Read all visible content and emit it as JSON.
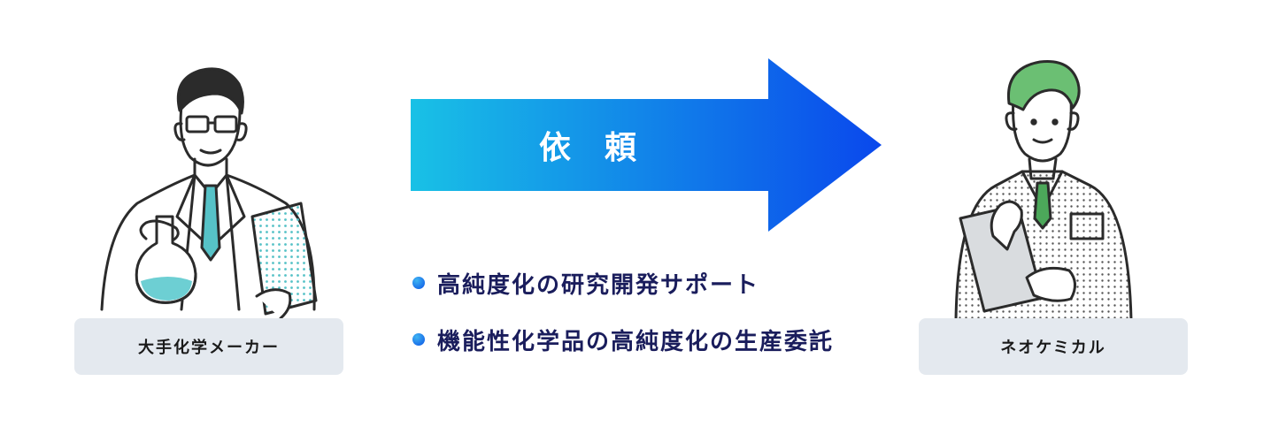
{
  "colors": {
    "arrow_start": "#19c1e6",
    "arrow_end": "#0a48ec",
    "arrow_text": "#ffffff",
    "label_bg": "#e4e9ef",
    "label_text": "#1a1a1a",
    "bullet_dot_light": "#3fb5f2",
    "bullet_dot_dark": "#0b54e6",
    "bullet_text": "#1a1d5c",
    "line": "#2b2b2b",
    "tie_teal": "#56c2c7",
    "flask_liquid": "#6dcfd3",
    "hair_green": "#6bbf73",
    "tie_green": "#4ca85a"
  },
  "arrow": {
    "label": "依頼"
  },
  "left": {
    "label": "大手化学メーカー",
    "icon": "scientist-with-flask-icon"
  },
  "right": {
    "label": "ネオケミカル",
    "icon": "worker-with-clipboard-icon"
  },
  "bullets": [
    {
      "text": "高純度化の研究開発サポート"
    },
    {
      "text": "機能性化学品の高純度化の生産委託"
    }
  ]
}
